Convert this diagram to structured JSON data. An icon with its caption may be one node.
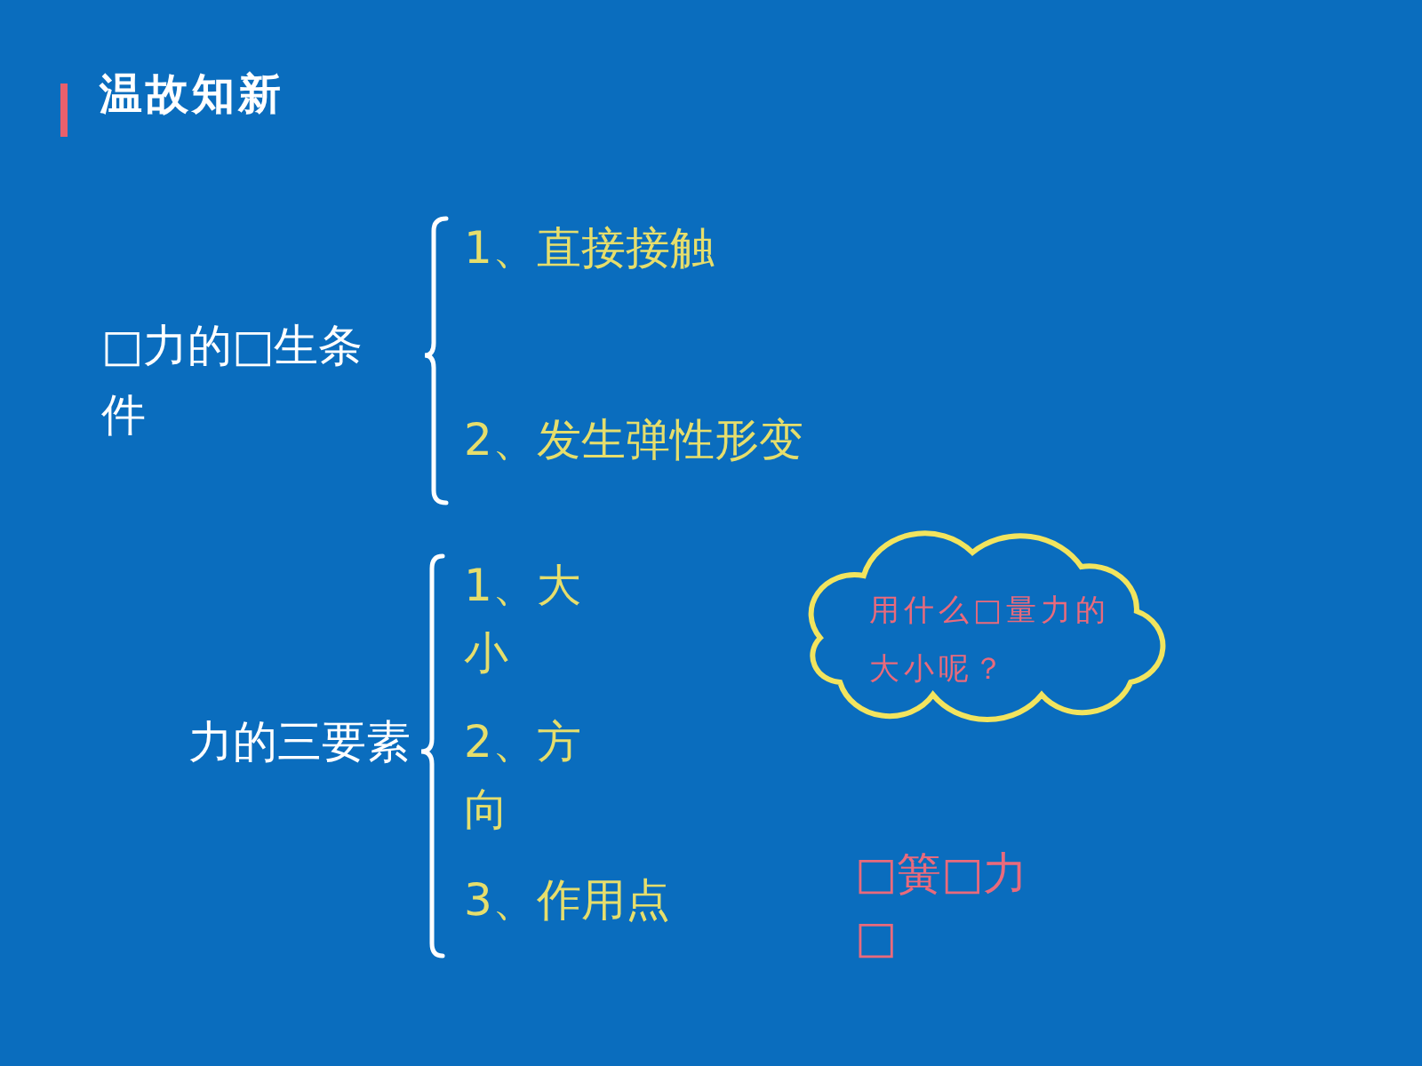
{
  "diagram": {
    "title": "温故知新",
    "nodes": [
      {
        "text": [
          "用什么□量力的大小呢？"
        ]
      }
    ],
    "labels": [
      "□力的□生条件",
      "1、直接接触",
      "2、发生弹性形变",
      "力的三要素",
      "1、大小",
      "2、方向",
      "3、作用点",
      "□簧□力□"
    ]
  }
}
